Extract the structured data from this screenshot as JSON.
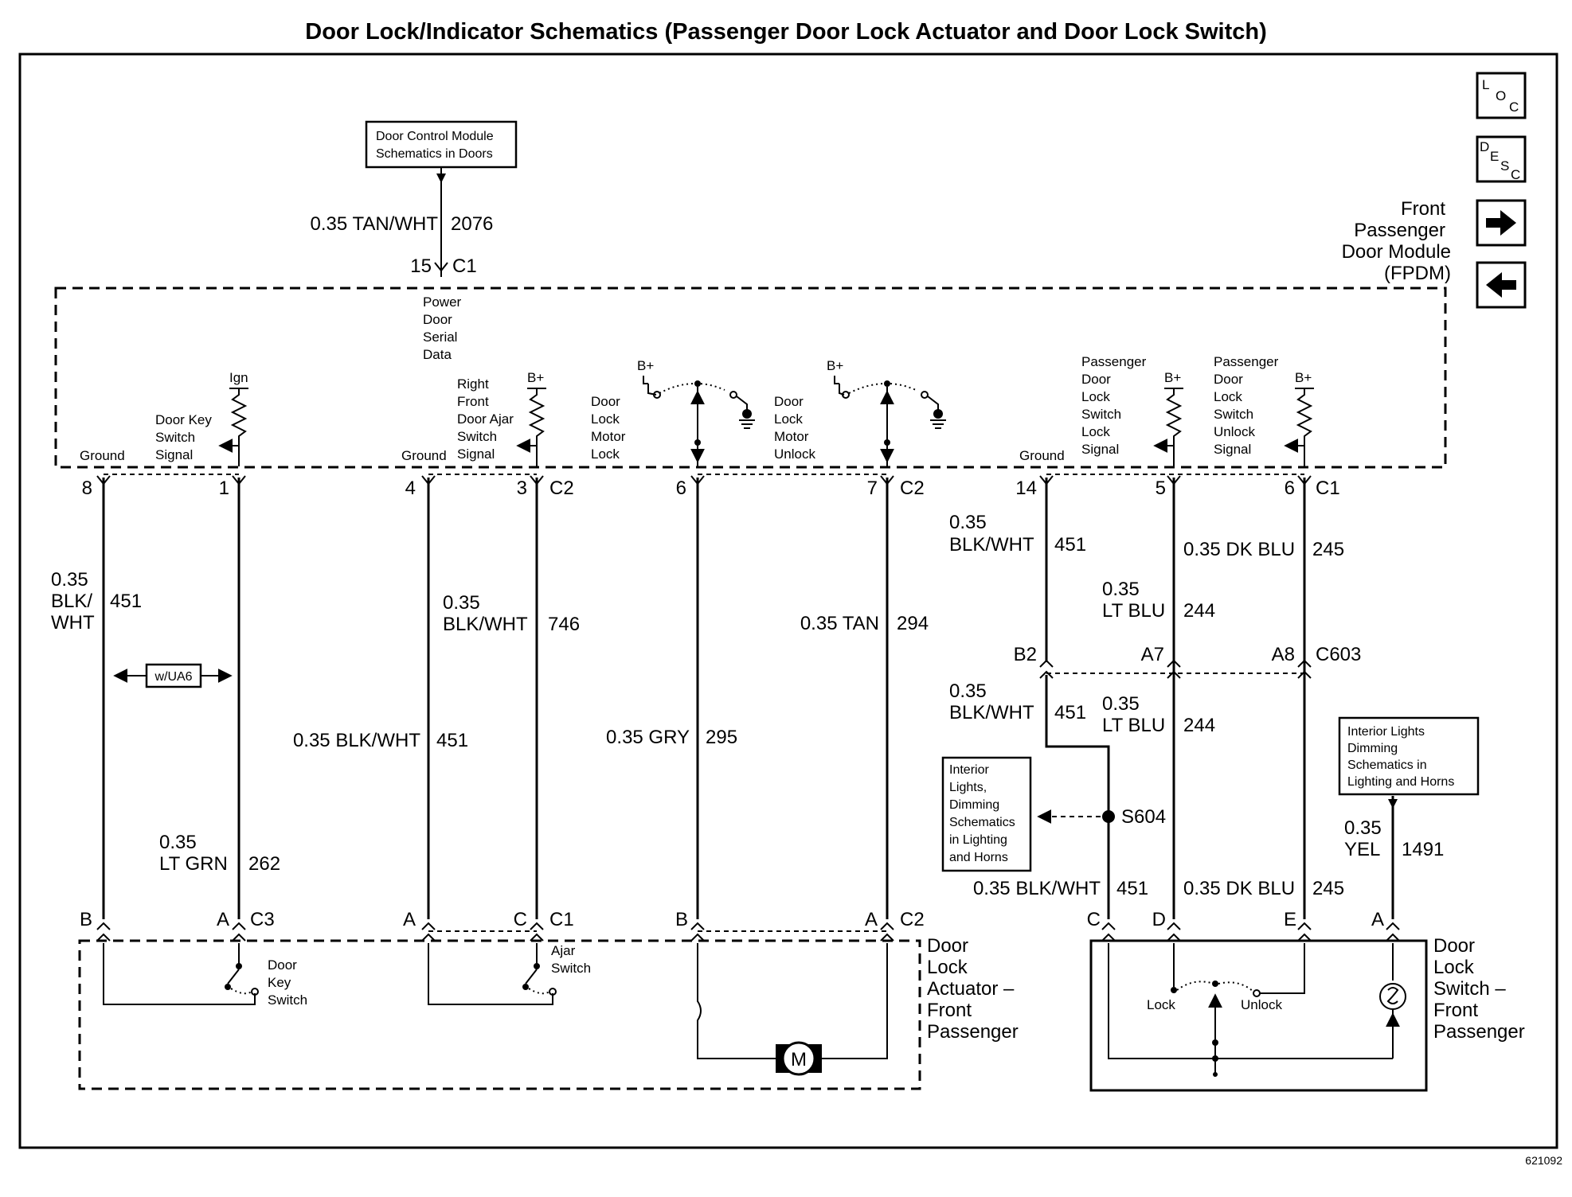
{
  "title": "Door Lock/Indicator Schematics (Passenger Door Lock Actuator and Door Lock Switch)",
  "figure_id": "621092",
  "nav": {
    "loc": [
      "L",
      "O",
      "C"
    ],
    "desc": [
      "D",
      "E",
      "S",
      "C"
    ],
    "next_icon": "arrow-right-icon",
    "prev_icon": "arrow-left-icon"
  },
  "top_ref": {
    "box": [
      "Door Control Module",
      "Schematics in Doors"
    ],
    "wire": "0.35 TAN/WHT",
    "circuit": "2076",
    "pin": "15",
    "conn": "C1",
    "label": [
      "Power",
      "Door",
      "Serial",
      "Data"
    ]
  },
  "module": {
    "name": [
      "Front",
      "Passenger",
      "Door Module",
      "(FPDM)"
    ]
  },
  "internal": {
    "door_key_switch_signal": [
      "Door Key",
      "Switch",
      "Signal"
    ],
    "ign": "Ign",
    "ground1": "Ground",
    "ground2": "Ground",
    "ground3": "Ground",
    "ajar_signal": [
      "Right",
      "Front",
      "Door Ajar",
      "Switch",
      "Signal"
    ],
    "bplus": "B+",
    "motor_lock": [
      "Door",
      "Lock",
      "Motor",
      "Lock"
    ],
    "motor_unlock": [
      "Door",
      "Lock",
      "Motor",
      "Unlock"
    ],
    "lock_signal": [
      "Passenger",
      "Door",
      "Lock",
      "Switch",
      "Lock",
      "Signal"
    ],
    "unlock_signal": [
      "Passenger",
      "Door",
      "Lock",
      "Switch",
      "Unlock",
      "Signal"
    ]
  },
  "pins": {
    "p8": "8",
    "p1": "1",
    "p4": "4",
    "p3": "3",
    "c2a": "C2",
    "p6": "6",
    "p7": "7",
    "c2b": "C2",
    "p14": "14",
    "p5": "5",
    "p6b": "6",
    "c1": "C1"
  },
  "wires": {
    "w1_gauge": "0.35",
    "w1_color1": "BLK/",
    "w1_color2": "WHT",
    "w1_circuit": "451",
    "wua6": "w/UA6",
    "w2_gauge": "0.35",
    "w2_color": "LT GRN",
    "w2_circuit": "262",
    "w3": "0.35 BLK/WHT",
    "w3_circuit": "451",
    "w4_gauge": "0.35",
    "w4_color": "BLK/WHT",
    "w4_circuit": "746",
    "w5": "0.35 GRY",
    "w5_circuit": "295",
    "w6": "0.35 TAN",
    "w6_circuit": "294",
    "w7_gauge": "0.35",
    "w7_color": "BLK/WHT",
    "w7_circuit": "451",
    "w8": "0.35 DK BLU",
    "w8_circuit": "245",
    "w9_gauge": "0.35",
    "w9_color": "LT BLU",
    "w9_circuit": "244",
    "w10_gauge": "0.35",
    "w10_color": "BLK/WHT",
    "w10_circuit": "451",
    "w11_gauge": "0.35",
    "w11_color": "LT BLU",
    "w11_circuit": "244",
    "w12": "0.35 BLK/WHT",
    "w12_circuit": "451",
    "w13": "0.35 DK BLU",
    "w13_circuit": "245",
    "w14_gauge": "0.35",
    "w14_color": "YEL",
    "w14_circuit": "1491"
  },
  "c603": {
    "b2": "B2",
    "a7": "A7",
    "a8": "A8",
    "name": "C603"
  },
  "splice": "S604",
  "ref_boxes": {
    "left": [
      "Interior",
      "Lights,",
      "Dimming",
      "Schematics",
      "in Lighting",
      "and Horns"
    ],
    "right": [
      "Interior Lights",
      "Dimming",
      "Schematics in",
      "Lighting and Horns"
    ]
  },
  "actuator": {
    "pins": {
      "b": "B",
      "a": "A",
      "c3": "C3",
      "a2": "A",
      "c": "C",
      "c1": "C1",
      "b2": "B",
      "a3": "A",
      "c2": "C2"
    },
    "door_key_switch": [
      "Door",
      "Key",
      "Switch"
    ],
    "ajar_switch": [
      "Ajar",
      "Switch"
    ],
    "motor": "M",
    "name": [
      "Door",
      "Lock",
      "Actuator –",
      "Front",
      "Passenger"
    ]
  },
  "lock_switch": {
    "pins": {
      "c": "C",
      "d": "D",
      "e": "E",
      "a": "A"
    },
    "lock": "Lock",
    "unlock": "Unlock",
    "name": [
      "Door",
      "Lock",
      "Switch –",
      "Front",
      "Passenger"
    ]
  }
}
